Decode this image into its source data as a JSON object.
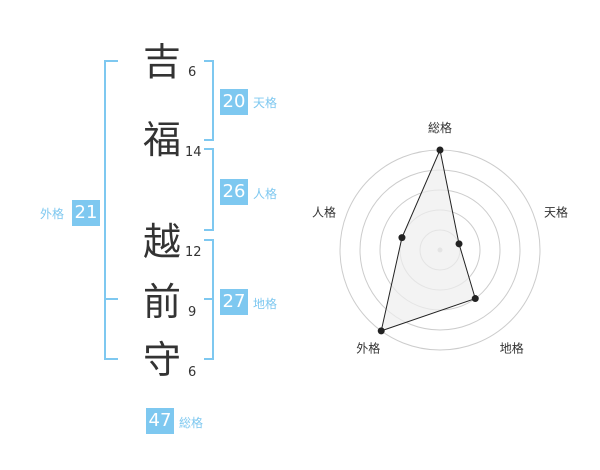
{
  "characters": [
    {
      "char": "吉",
      "strokes": "6"
    },
    {
      "char": "福",
      "strokes": "14"
    },
    {
      "char": "越",
      "strokes": "12"
    },
    {
      "char": "前",
      "strokes": "9"
    },
    {
      "char": "守",
      "strokes": "6"
    }
  ],
  "scores": {
    "tenkaku": {
      "value": "20",
      "label": "天格"
    },
    "jinkaku": {
      "value": "26",
      "label": "人格"
    },
    "chikaku": {
      "value": "27",
      "label": "地格"
    },
    "gaikaku": {
      "value": "21",
      "label": "外格"
    },
    "soukaku": {
      "value": "47",
      "label": "総格"
    }
  },
  "radar": {
    "axes": [
      "総格",
      "天格",
      "地格",
      "外格",
      "人格"
    ],
    "levels": [
      5,
      1,
      3,
      5,
      2
    ],
    "max": 5
  },
  "colors": {
    "accent": "#7ec8f0",
    "text": "#333333",
    "grid": "#cccccc",
    "fill": "#eeeeee"
  }
}
